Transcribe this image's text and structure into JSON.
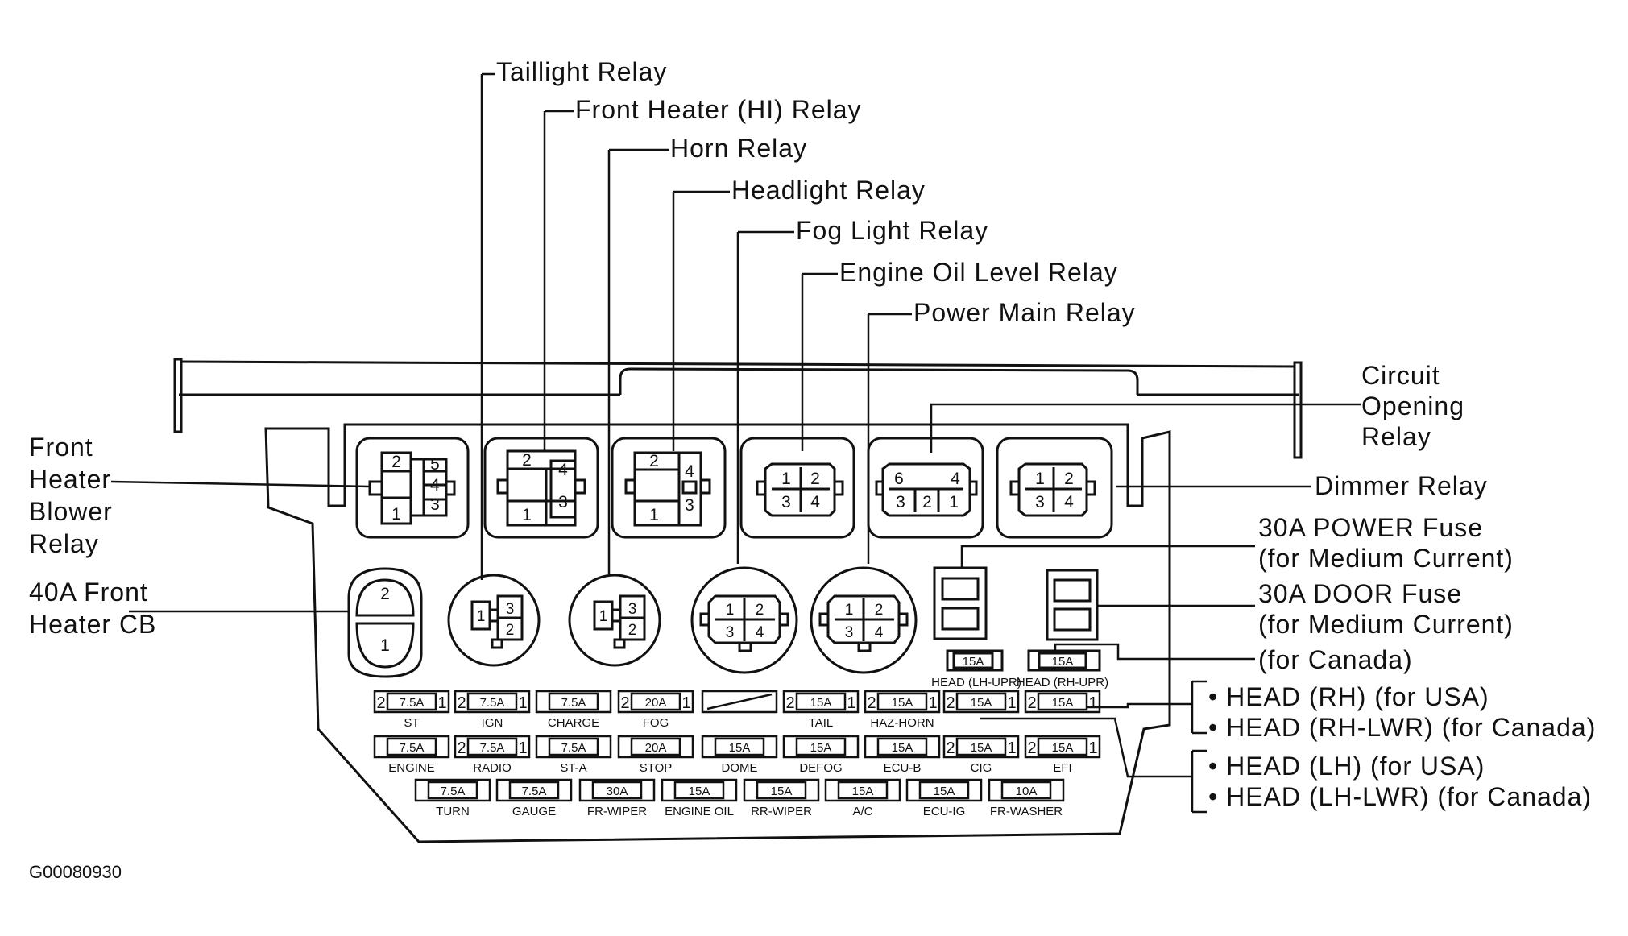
{
  "diagram_code": "G00080930",
  "relay_labels": {
    "taillight": "Taillight Relay",
    "front_heater_hi": "Front Heater (HI) Relay",
    "horn": "Horn Relay",
    "headlight": "Headlight Relay",
    "fog_light": "Fog Light Relay",
    "engine_oil_level": "Engine Oil Level Relay",
    "power_main": "Power Main Relay",
    "circuit_opening": [
      "Circuit",
      "Opening",
      "Relay"
    ],
    "dimmer": "Dimmer Relay",
    "front_heater_blower": [
      "Front",
      "Heater",
      "Blower",
      "Relay"
    ],
    "front_heater_cb": [
      "40A Front",
      "Heater CB"
    ]
  },
  "fuse_callouts": {
    "power_fuse": [
      "30A POWER Fuse",
      "(for Medium Current)"
    ],
    "door_fuse": [
      "30A DOOR Fuse",
      "(for Medium Current)"
    ],
    "canada": "(for Canada)",
    "head_rh": [
      "• HEAD (RH) (for USA)",
      "• HEAD (RH-LWR) (for Canada)"
    ],
    "head_lh": [
      "• HEAD (LH) (for USA)",
      "• HEAD (LH-LWR) (for Canada)"
    ]
  },
  "relay_pins": {
    "blower": [
      "2",
      "5",
      "4",
      "3",
      "1"
    ],
    "heater_hi": [
      "2",
      "4",
      "3",
      "1"
    ],
    "headlight": [
      "2",
      "4",
      "3",
      "1"
    ],
    "fog": [
      "1",
      "2",
      "3",
      "4"
    ],
    "oil": [
      "6",
      "4",
      "3",
      "2",
      "1"
    ],
    "dimmer": [
      "1",
      "2",
      "3",
      "4"
    ],
    "cb": [
      "2",
      "1"
    ],
    "round_taillight": [
      "1",
      "3",
      "2"
    ],
    "round_horn": [
      "1",
      "3",
      "2"
    ],
    "round_fog_light": [
      "1",
      "2",
      "3",
      "4"
    ],
    "round_power_main": [
      "1",
      "2",
      "3",
      "4"
    ]
  },
  "canada_fuses": {
    "left_amp": "15A",
    "left_name": "HEAD (LH-UPR)",
    "right_amp": "15A",
    "right_name": "HEAD (RH-UPR)"
  },
  "fuse_row1": [
    {
      "amp": "7.5A",
      "name": "ST"
    },
    {
      "amp": "7.5A",
      "name": "IGN"
    },
    {
      "amp": "7.5A",
      "name": "CHARGE"
    },
    {
      "amp": "20A",
      "name": "FOG"
    },
    {
      "amp": "",
      "name": ""
    },
    {
      "amp": "15A",
      "name": "TAIL"
    },
    {
      "amp": "15A",
      "name": "HAZ-HORN"
    },
    {
      "amp": "15A",
      "name": ""
    },
    {
      "amp": "15A",
      "name": ""
    }
  ],
  "fuse_row2": [
    {
      "amp": "7.5A",
      "name": "ENGINE"
    },
    {
      "amp": "7.5A",
      "name": "RADIO"
    },
    {
      "amp": "7.5A",
      "name": "ST-A"
    },
    {
      "amp": "20A",
      "name": "STOP"
    },
    {
      "amp": "15A",
      "name": "DOME"
    },
    {
      "amp": "15A",
      "name": "DEFOG"
    },
    {
      "amp": "15A",
      "name": "ECU-B"
    },
    {
      "amp": "15A",
      "name": "CIG"
    },
    {
      "amp": "15A",
      "name": "EFI"
    }
  ],
  "fuse_row3": [
    {
      "amp": "7.5A",
      "name": "TURN"
    },
    {
      "amp": "7.5A",
      "name": "GAUGE"
    },
    {
      "amp": "30A",
      "name": "FR-WIPER"
    },
    {
      "amp": "15A",
      "name": "ENGINE OIL"
    },
    {
      "amp": "15A",
      "name": "RR-WIPER"
    },
    {
      "amp": "15A",
      "name": "A/C"
    },
    {
      "amp": "15A",
      "name": "ECU-IG"
    },
    {
      "amp": "10A",
      "name": "FR-WASHER"
    }
  ]
}
